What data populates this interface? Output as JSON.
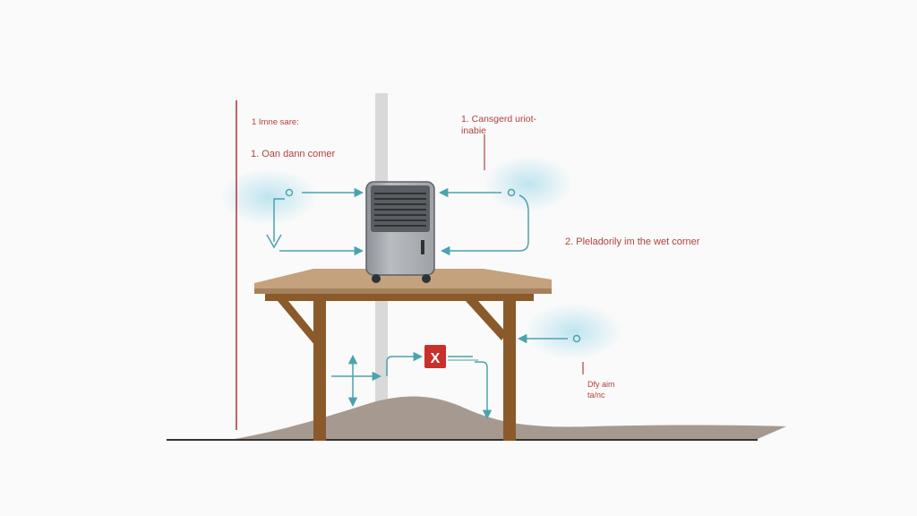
{
  "labels": {
    "top_left_small": "1 Imne sare:",
    "top_left_main": "1. Oan dann comer",
    "top_center_line1": "1. Cansgerd uriot-",
    "top_center_line2": "inabie",
    "right_main": "2. Pleladorily im the wet corner",
    "right_small_line1": "Dfy aim",
    "right_small_line2": "ta/nc"
  },
  "warning_badge": "X",
  "colors": {
    "accent_red": "#b0413e",
    "airflow_teal": "#4aa3ad",
    "badge_red": "#c8302b",
    "wood": "#8a5a2b",
    "tabletop": "#c4a27e",
    "soil": "#a69a90",
    "pole": "#d9d9d9",
    "dehumidifier_body": "#a9adb1"
  },
  "icons": {
    "dehumidifier": "dehumidifier-icon",
    "warning": "x-mark-icon"
  }
}
